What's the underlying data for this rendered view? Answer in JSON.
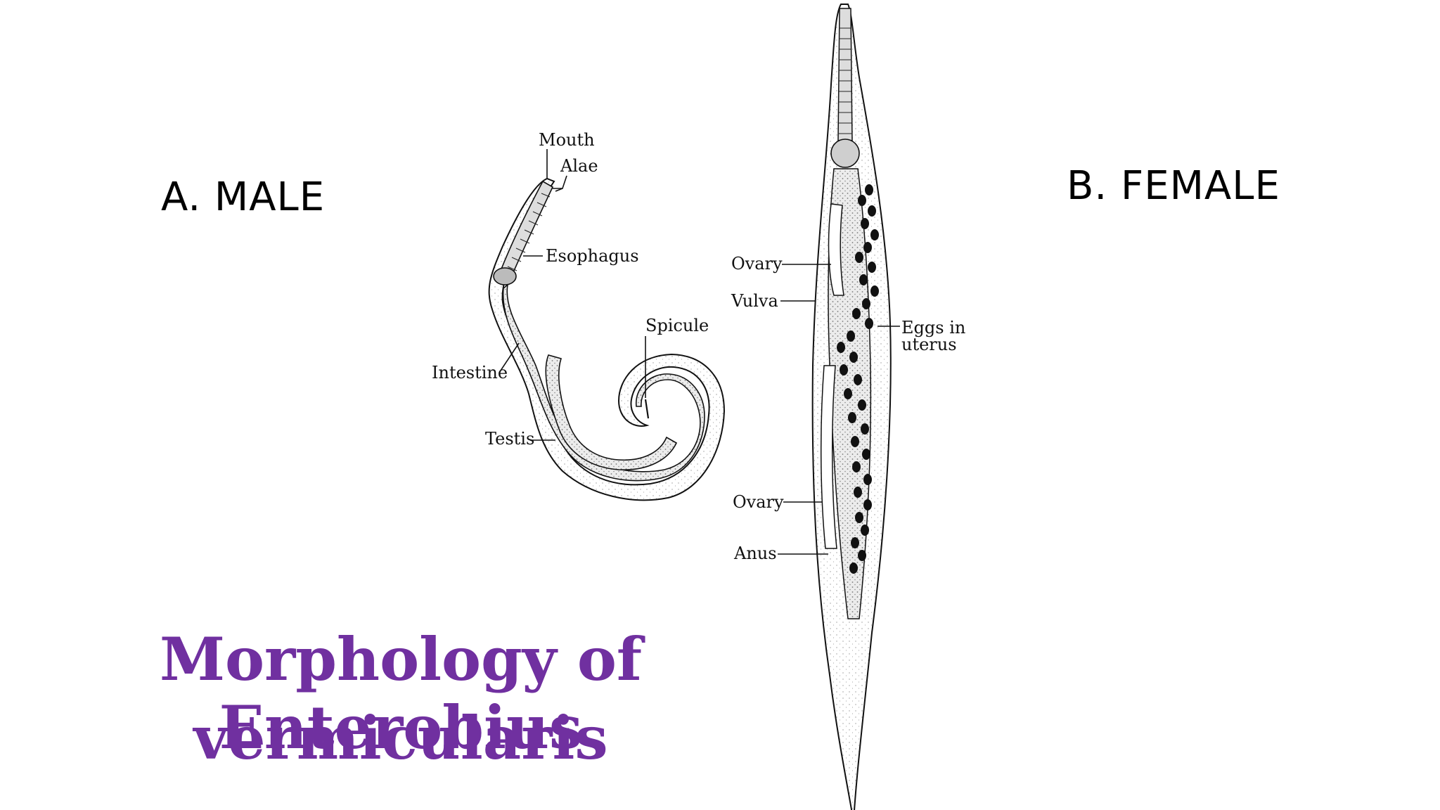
{
  "panels": {
    "male_label": "A. MALE",
    "female_label": "B.  FEMALE"
  },
  "title": {
    "line1": "Morphology of Enterobius",
    "line2": "vermicularis"
  },
  "male_parts": {
    "mouth": "Mouth",
    "alae": "Alae",
    "esophagus": "Esophagus",
    "spicule": "Spicule",
    "intestine": "Intestine",
    "testis": "Testis"
  },
  "female_parts": {
    "ovary_upper": "Ovary",
    "vulva": "Vulva",
    "eggs_line1": "Eggs in",
    "eggs_line2": "uterus",
    "ovary_lower": "Ovary",
    "anus": "Anus"
  },
  "colors": {
    "title": "#7030a0",
    "ink": "#111111",
    "stipple": "#c8c8c8"
  }
}
